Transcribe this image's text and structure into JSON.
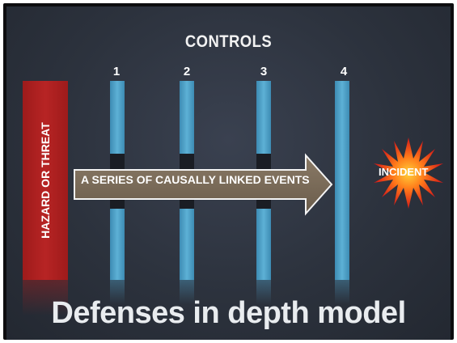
{
  "heading": "CONTROLS",
  "hazard_label": "HAZARD OR THREAT",
  "controls": [
    "1",
    "2",
    "3",
    "4"
  ],
  "arrow_label": "A SERIES OF CAUSALLY LINKED EVENTS",
  "incident_label": "INCIDENT",
  "title": "Defenses in depth model",
  "colors": {
    "hazard": "#b72424",
    "barrier": "#4fa3cc",
    "arrow": "#7a6b58",
    "background": "#2c323d"
  }
}
